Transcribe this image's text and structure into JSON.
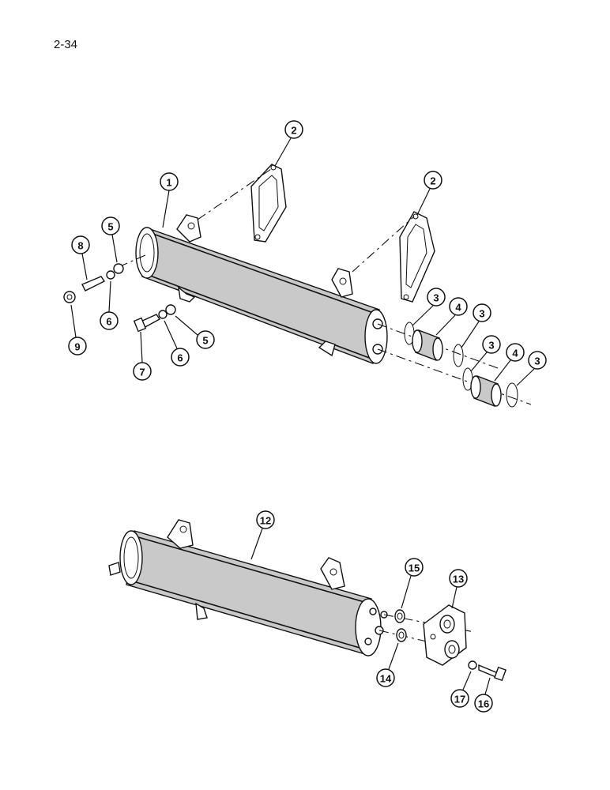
{
  "page": {
    "number": "2-34"
  },
  "callouts": {
    "c1": "1",
    "c2a": "2",
    "c2b": "2",
    "c3a": "3",
    "c3b": "3",
    "c3c": "3",
    "c3d": "3",
    "c4a": "4",
    "c4b": "4",
    "c5a": "5",
    "c5b": "5",
    "c6a": "6",
    "c6b": "6",
    "c7": "7",
    "c8": "8",
    "c9": "9",
    "c12": "12",
    "c13": "13",
    "c14": "14",
    "c15": "15",
    "c16": "16",
    "c17": "17"
  }
}
